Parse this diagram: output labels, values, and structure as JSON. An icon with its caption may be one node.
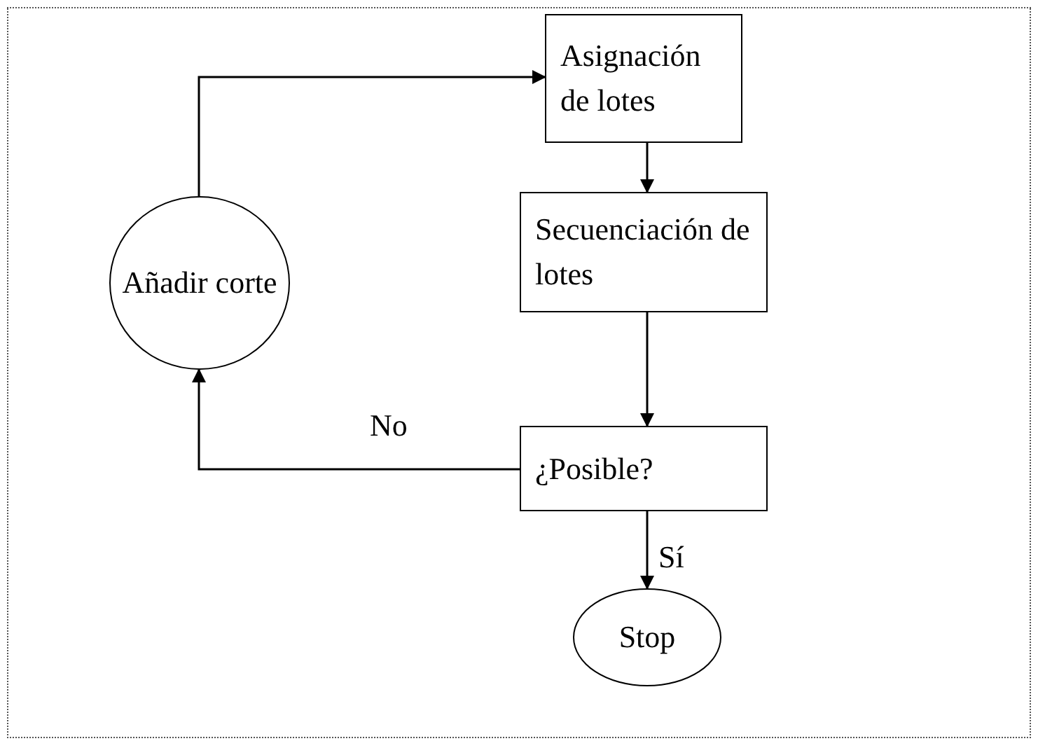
{
  "diagram": {
    "nodes": [
      {
        "text": [
          "Asignación de lotes"
        ]
      },
      {
        "text": [
          "Secuenciación de lotes"
        ]
      },
      {
        "text": [
          "¿Posible?"
        ]
      },
      {
        "text": [
          "Stop"
        ]
      },
      {
        "text": [
          "Añadir corte"
        ]
      }
    ],
    "edges": [
      {
        "from": 0,
        "to": 1,
        "arrow": "to"
      },
      {
        "from": 1,
        "to": 2,
        "arrow": "to"
      },
      {
        "from": 2,
        "to": 3,
        "arrow": "to",
        "label": "Sí"
      },
      {
        "from": 2,
        "to": 4,
        "arrow": "to",
        "label": "No"
      },
      {
        "from": 4,
        "to": 0,
        "arrow": "to"
      }
    ]
  }
}
